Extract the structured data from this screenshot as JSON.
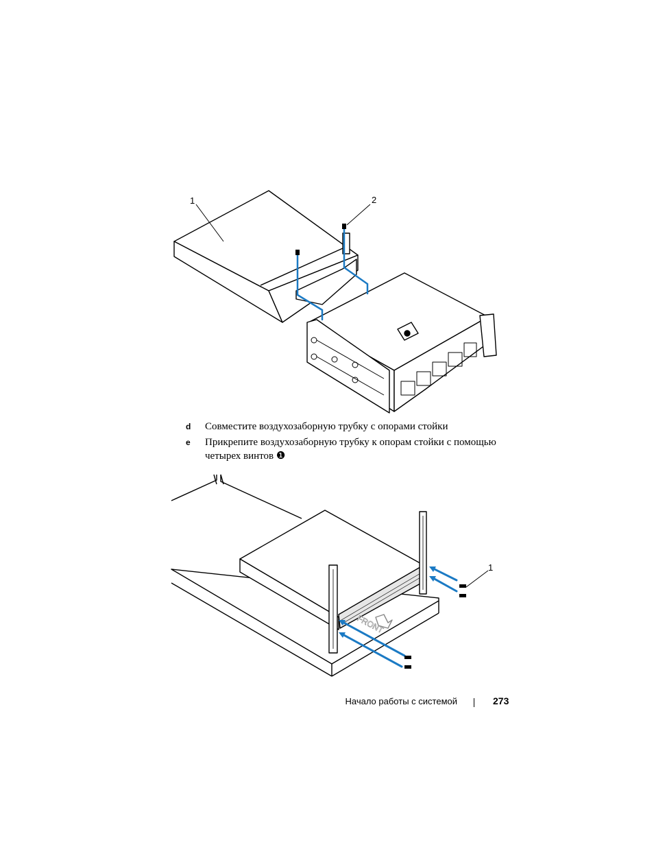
{
  "figure1": {
    "callouts": [
      "1",
      "2"
    ]
  },
  "steps": [
    {
      "label": "d",
      "text": "Совместите воздухозаборную трубку с опорами стойки"
    },
    {
      "label": "e",
      "text": "Прикрепите воздухозаборную трубку к опорам стойки с помощью четырех винтов ❶"
    }
  ],
  "figure2": {
    "callouts": [
      "1"
    ],
    "front_label": "FRONT"
  },
  "footer": {
    "section_title": "Начало работы с системой",
    "page_number": "273"
  },
  "colors": {
    "arrow_blue": "#1b7ac4",
    "line": "#000000"
  }
}
